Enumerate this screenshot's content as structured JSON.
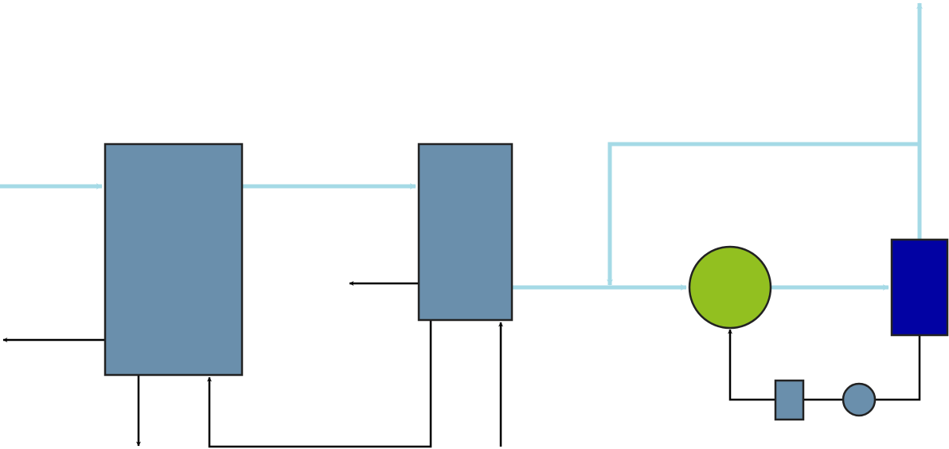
{
  "diagram": {
    "colors": {
      "background": "#ffffff",
      "main_flow": "#a5dae6",
      "control_line": "#000000",
      "vessel_fill": "#6a8fac",
      "vessel_stroke": "#222222",
      "reactor_fill": "#92c020",
      "column_fill": "#0202a3",
      "small_equipment_fill": "#6a8fac"
    },
    "equipment": [
      {
        "id": "vessel-1",
        "shape": "rectangle"
      },
      {
        "id": "vessel-2",
        "shape": "rectangle"
      },
      {
        "id": "reactor",
        "shape": "circle"
      },
      {
        "id": "column",
        "shape": "rectangle"
      },
      {
        "id": "small-box",
        "shape": "rectangle"
      },
      {
        "id": "small-circle",
        "shape": "circle"
      }
    ],
    "streams": [
      {
        "id": "feed-in",
        "kind": "main-flow",
        "from": "",
        "to": "vessel-1"
      },
      {
        "id": "vessel1-to-vessel2",
        "kind": "main-flow",
        "from": "vessel-1",
        "to": "vessel-2"
      },
      {
        "id": "vessel2-to-reactor",
        "kind": "main-flow",
        "from": "vessel-2",
        "to": "reactor"
      },
      {
        "id": "reactor-to-column",
        "kind": "main-flow",
        "from": "reactor",
        "to": "column"
      },
      {
        "id": "column-top-out",
        "kind": "main-flow",
        "from": "column",
        "to": ""
      },
      {
        "id": "recycle",
        "kind": "main-flow",
        "from": "column",
        "to": "reactor-feed"
      },
      {
        "id": "vessel1-side-out",
        "kind": "line",
        "from": "vessel-1",
        "to": ""
      },
      {
        "id": "vessel1-bottom-out",
        "kind": "line",
        "from": "vessel-1",
        "to": ""
      },
      {
        "id": "vessel2-to-vessel1",
        "kind": "line",
        "from": "vessel-2",
        "to": "vessel-1"
      },
      {
        "id": "vessel2-side-out",
        "kind": "line",
        "from": "vessel-2",
        "to": ""
      },
      {
        "id": "bottom-in",
        "kind": "line",
        "from": "",
        "to": "vessel-2"
      },
      {
        "id": "column-to-reactor-loop",
        "kind": "line",
        "from": "column",
        "to": "reactor"
      }
    ]
  }
}
